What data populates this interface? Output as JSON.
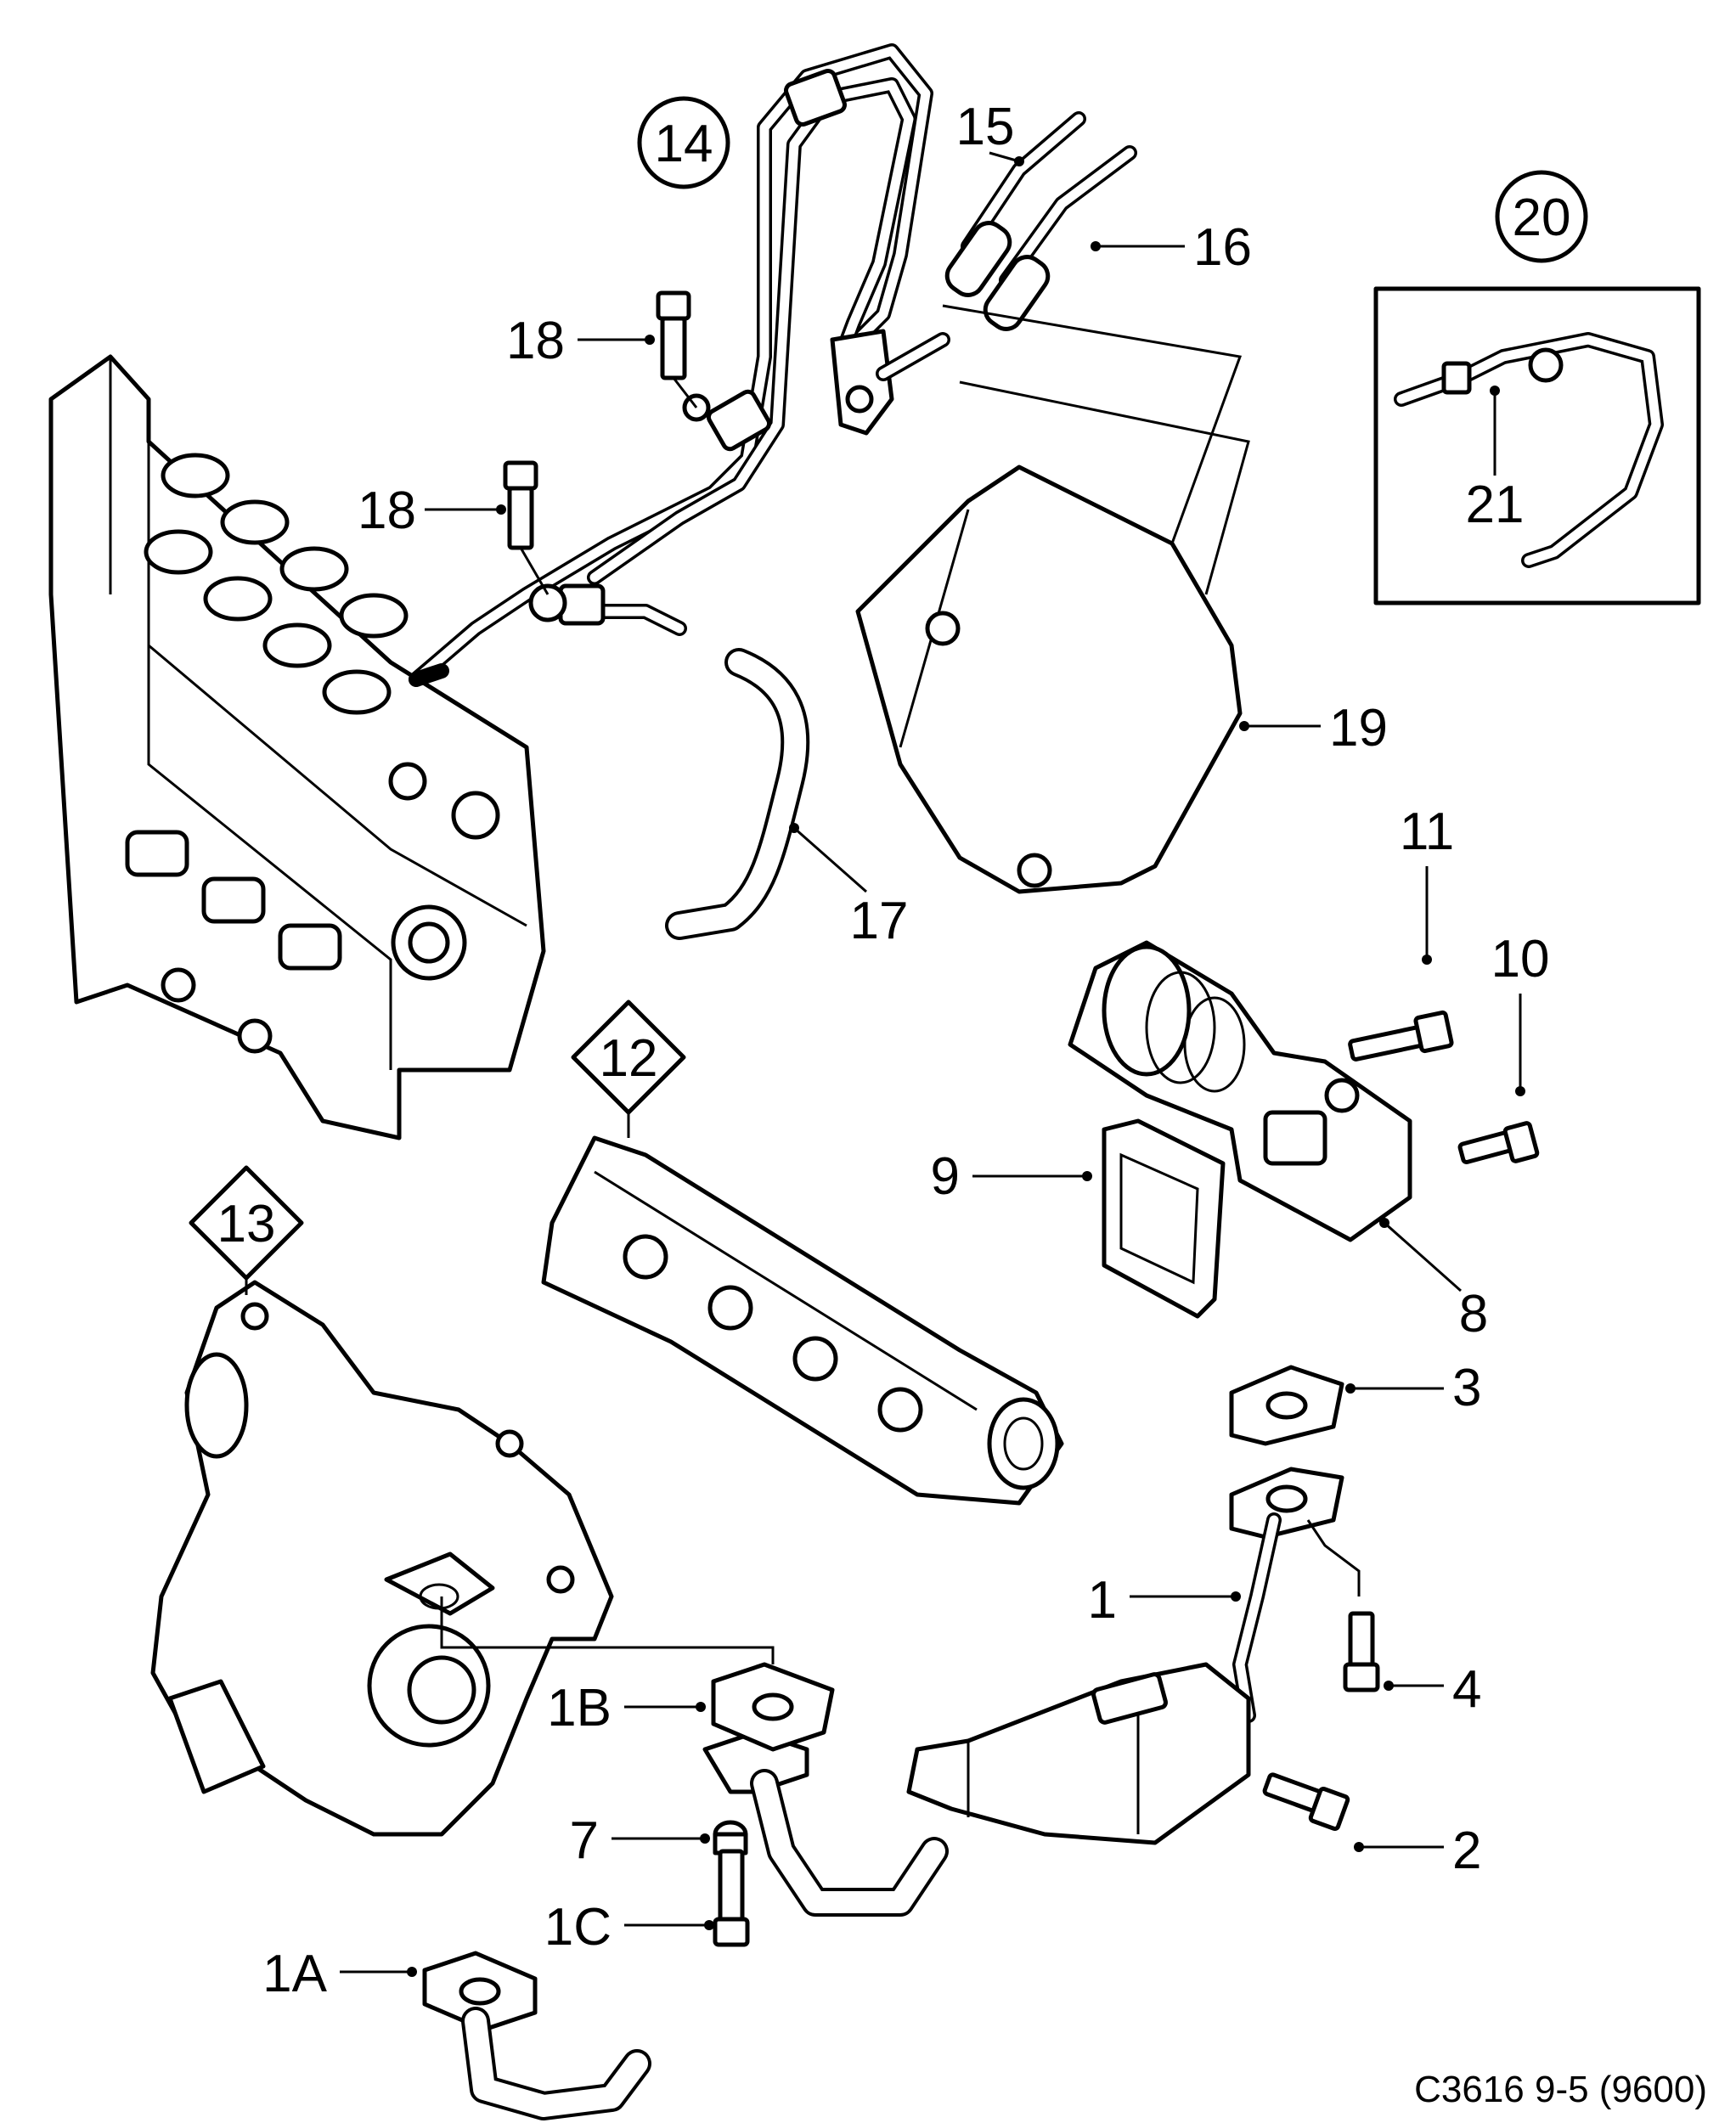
{
  "diagram": {
    "reference": "C3616 9-5 (9600)",
    "callouts": {
      "c1": "1",
      "c1a": "1A",
      "c1b": "1B",
      "c1c": "1C",
      "c2": "2",
      "c3": "3",
      "c4": "4",
      "c7": "7",
      "c8": "8",
      "c9": "9",
      "c10": "10",
      "c11": "11",
      "c12": "12",
      "c13": "13",
      "c14": "14",
      "c15": "15",
      "c16": "16",
      "c17": "17",
      "c18a": "18",
      "c18b": "18",
      "c19": "19",
      "c20": "20",
      "c21": "21"
    }
  }
}
